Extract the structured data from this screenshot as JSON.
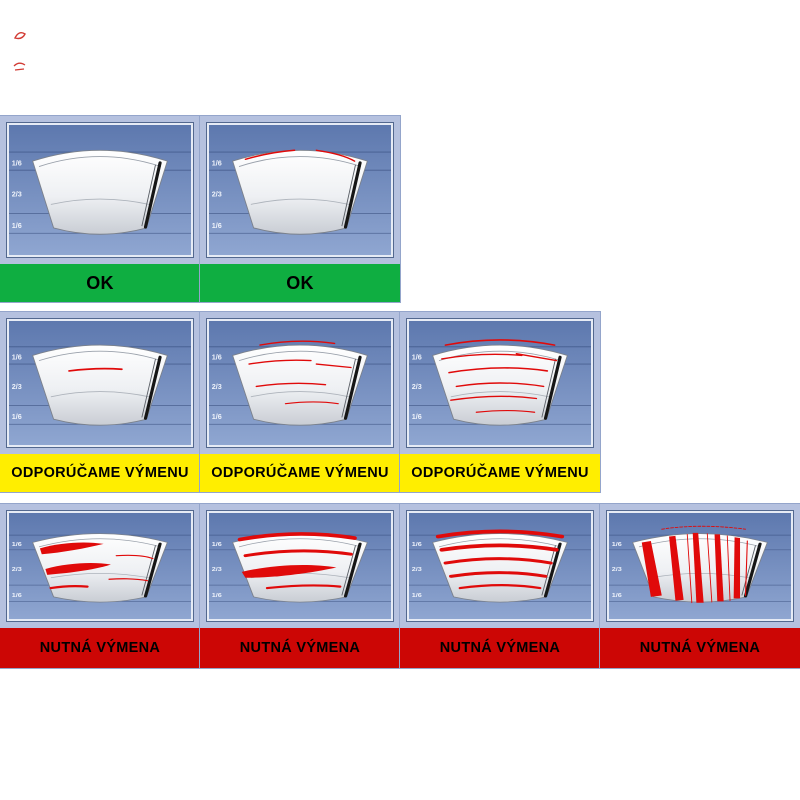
{
  "page": {
    "background": "#ffffff"
  },
  "ticks": [
    "1/6",
    "2/3",
    "1/6"
  ],
  "colors": {
    "ok_bar": "#0fae41",
    "recommend_bar": "#ffee00",
    "required_bar": "#cc0605",
    "streak_red": "#e00a0a",
    "panel_frame": "#e6ebf5",
    "cell_background": "#b5c1df",
    "blade_black": "#161616"
  },
  "legend": {
    "ok": "OK",
    "recommend": "ODPORÚČAME VÝMENU",
    "required": "NUTNÁ VÝMENA"
  },
  "rows": [
    {
      "cells": [
        {
          "label": "OK",
          "status": "ok",
          "wear_level": 0
        },
        {
          "label": "OK",
          "status": "ok",
          "wear_level": 1
        }
      ]
    },
    {
      "cells": [
        {
          "label": "ODPORÚČAME VÝMENU",
          "status": "recommend",
          "wear_level": 2
        },
        {
          "label": "ODPORÚČAME VÝMENU",
          "status": "recommend",
          "wear_level": 3
        },
        {
          "label": "ODPORÚČAME VÝMENU",
          "status": "recommend",
          "wear_level": 4
        }
      ]
    },
    {
      "cells": [
        {
          "label": "NUTNÁ VÝMENA",
          "status": "required",
          "wear_level": 5
        },
        {
          "label": "NUTNÁ VÝMENA",
          "status": "required",
          "wear_level": 6
        },
        {
          "label": "NUTNÁ VÝMENA",
          "status": "required",
          "wear_level": 7
        },
        {
          "label": "NUTNÁ VÝMENA",
          "status": "required",
          "wear_level": 8
        }
      ]
    }
  ]
}
